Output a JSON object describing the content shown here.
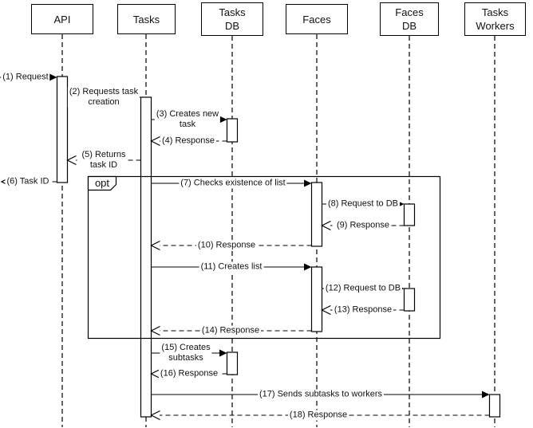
{
  "diagram": {
    "kind": "uml-sequence-diagram",
    "colors": {
      "line": "#000000",
      "text": "#111111",
      "background": "#ffffff"
    },
    "participants": [
      {
        "id": "api",
        "label": "API",
        "lines": [
          "API"
        ]
      },
      {
        "id": "tasks",
        "label": "Tasks",
        "lines": [
          "Tasks"
        ]
      },
      {
        "id": "tasks-db",
        "label": "Tasks DB",
        "lines": [
          "Tasks",
          "DB"
        ]
      },
      {
        "id": "faces",
        "label": "Faces",
        "lines": [
          "Faces"
        ]
      },
      {
        "id": "faces-db",
        "label": "Faces DB",
        "lines": [
          "Faces",
          "DB"
        ]
      },
      {
        "id": "tasks-workers",
        "label": "Tasks Workers",
        "lines": [
          "Tasks",
          "Workers"
        ]
      }
    ],
    "fragment": {
      "operator": "opt"
    },
    "messages": [
      {
        "num": 1,
        "label": "(1) Request",
        "lines": [
          "(1) Request"
        ],
        "from": "external",
        "to": "API",
        "kind": "sync"
      },
      {
        "num": 2,
        "label": "(2) Requests task creation",
        "lines": [
          "(2) Requests task",
          "creation"
        ],
        "from": "API",
        "to": "Tasks",
        "kind": "sync"
      },
      {
        "num": 3,
        "label": "(3) Creates new task",
        "lines": [
          "(3) Creates new",
          "task"
        ],
        "from": "Tasks",
        "to": "Tasks DB",
        "kind": "sync"
      },
      {
        "num": 4,
        "label": "(4) Response",
        "lines": [
          "(4) Response"
        ],
        "from": "Tasks DB",
        "to": "Tasks",
        "kind": "reply"
      },
      {
        "num": 5,
        "label": "(5) Returns task ID",
        "lines": [
          "(5) Returns",
          "task ID"
        ],
        "from": "Tasks",
        "to": "API",
        "kind": "reply"
      },
      {
        "num": 6,
        "label": "(6) Task ID",
        "lines": [
          "(6) Task ID"
        ],
        "from": "API",
        "to": "external",
        "kind": "reply"
      },
      {
        "num": 7,
        "label": "(7) Checks existence of list",
        "lines": [
          "(7) Checks existence of list"
        ],
        "from": "Tasks",
        "to": "Faces",
        "kind": "sync"
      },
      {
        "num": 8,
        "label": "(8) Request to DB",
        "lines": [
          "(8) Request to DB"
        ],
        "from": "Faces",
        "to": "Faces DB",
        "kind": "sync"
      },
      {
        "num": 9,
        "label": "(9) Response",
        "lines": [
          "(9) Response"
        ],
        "from": "Faces DB",
        "to": "Faces",
        "kind": "reply"
      },
      {
        "num": 10,
        "label": "(10) Response",
        "lines": [
          "(10) Response"
        ],
        "from": "Faces",
        "to": "Tasks",
        "kind": "reply"
      },
      {
        "num": 11,
        "label": "(11) Creates list",
        "lines": [
          "(11) Creates list"
        ],
        "from": "Tasks",
        "to": "Faces",
        "kind": "sync"
      },
      {
        "num": 12,
        "label": "(12) Request to DB",
        "lines": [
          "(12) Request to DB"
        ],
        "from": "Faces",
        "to": "Faces DB",
        "kind": "sync"
      },
      {
        "num": 13,
        "label": "(13) Response",
        "lines": [
          "(13) Response"
        ],
        "from": "Faces DB",
        "to": "Faces",
        "kind": "reply"
      },
      {
        "num": 14,
        "label": "(14) Response",
        "lines": [
          "(14) Response"
        ],
        "from": "Faces",
        "to": "Tasks",
        "kind": "reply"
      },
      {
        "num": 15,
        "label": "(15) Creates subtasks",
        "lines": [
          "(15) Creates",
          "subtasks"
        ],
        "from": "Tasks",
        "to": "Tasks DB",
        "kind": "sync"
      },
      {
        "num": 16,
        "label": "(16) Response",
        "lines": [
          "(16) Response"
        ],
        "from": "Tasks DB",
        "to": "Tasks",
        "kind": "reply"
      },
      {
        "num": 17,
        "label": "(17) Sends subtasks to workers",
        "lines": [
          "(17) Sends subtasks to workers"
        ],
        "from": "Tasks",
        "to": "Tasks Workers",
        "kind": "sync"
      },
      {
        "num": 18,
        "label": "(18) Response",
        "lines": [
          "(18) Response"
        ],
        "from": "Tasks Workers",
        "to": "Tasks",
        "kind": "reply"
      }
    ]
  }
}
